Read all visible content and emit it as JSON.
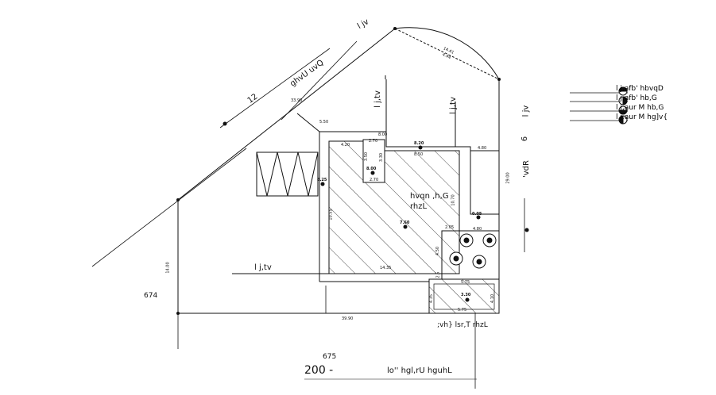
{
  "labels": {
    "top_road": "l jv",
    "right_road": "l jv",
    "diagonal_road_num": "12",
    "diagonal_road_text": "ghvU uvQ",
    "lane_top_left": "l j,tv",
    "lane_top_right": "l j,tv",
    "lane_left": "l j,tv",
    "right_road_num": "6",
    "right_road_text": "'vdR",
    "main_block": "hvqn ,h,G",
    "main_block_2": "rhzL",
    "small_block": ";vh} lsr,T rhzL",
    "plot_left": "674",
    "plot_bottom": "675",
    "bottom_scale": "200 -",
    "bottom_title": "lo'' hgl,rU hguhL"
  },
  "dimensions": {
    "arc_chord_1": "14.41",
    "arc_chord_2": "4.44",
    "diag_len": "33.90",
    "d_550": "5.50",
    "d_420": "4.20",
    "d_270a": "2.70",
    "d_270b": "2.70",
    "d_350": "3.50",
    "d_330": "3.30",
    "d_800": "8.00",
    "d_850": "8.50",
    "d_480a": "4.80",
    "d_480b": "4.80",
    "d_2900": "29.00",
    "d_1070": "10.70",
    "d_1050": "10.55",
    "d_1435": "14.35",
    "d_205": "2.05",
    "d_450": "4.50",
    "d_575a": "5.75",
    "d_575b": "5.75",
    "d_435": "4.35",
    "d_410": "4.10",
    "d_3990": "39.90",
    "d_1400": "14.00",
    "d_ext": "2.5"
  },
  "levels": {
    "lv_top": "8.20",
    "lv_box": "8.00",
    "lv_left": "8.25",
    "lv_mid": "7.60",
    "lv_right": "0.05",
    "lv_bottom": "3.30"
  },
  "legend": {
    "items": [
      "l j,afb' hbvqD",
      "l j,afb' hb,G",
      "l j,aur M hb,G",
      "l j,aur M hg]v{"
    ]
  }
}
